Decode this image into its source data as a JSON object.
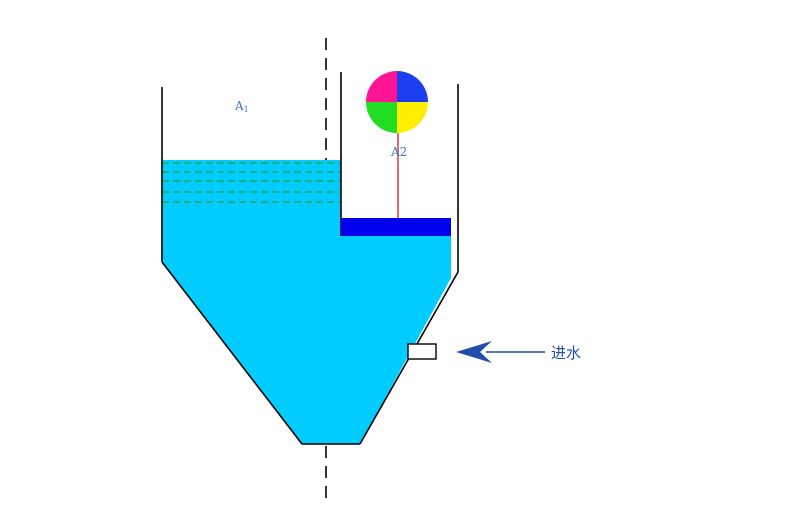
{
  "labels": {
    "a1_main": "A",
    "a1_sub": "1",
    "a2": "A2",
    "inlet": "进水"
  },
  "colors": {
    "water": "#00ccff",
    "outline": "#000000",
    "level_lines": "#2e9e2e",
    "plate": "#0000ee",
    "rod": "#e8404f",
    "float_top_left": "#ff1493",
    "float_top_right": "#1a3ef0",
    "float_bottom_left": "#22dd22",
    "float_bottom_right": "#ffee00",
    "arrow": "#1f4fa8",
    "centerline": "#000000"
  },
  "icons": {
    "float": "four-color-float-ball-icon",
    "inlet_arrow": "left-arrow-icon"
  }
}
